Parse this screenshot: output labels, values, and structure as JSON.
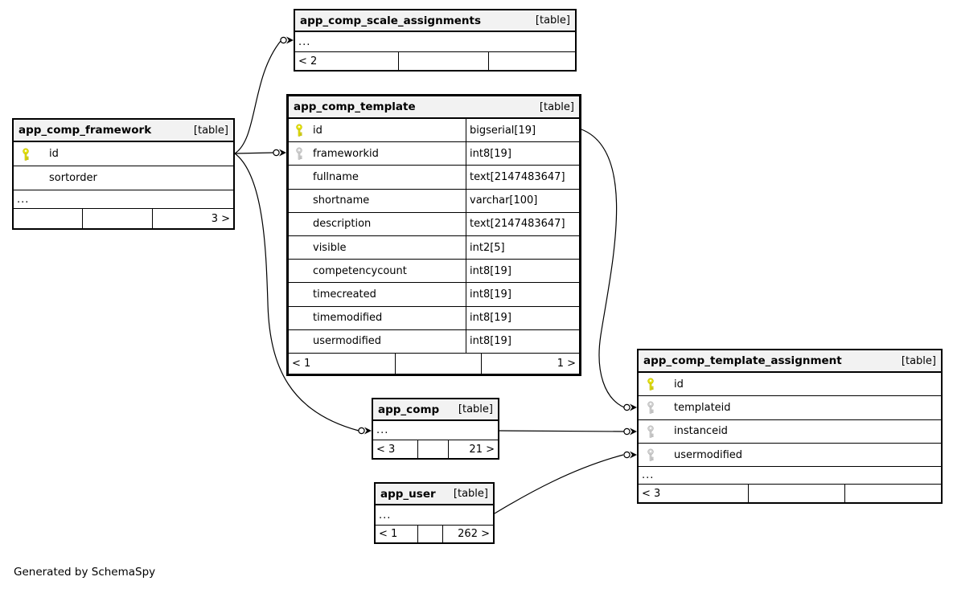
{
  "diagram": {
    "generated_note": "Generated by SchemaSpy"
  },
  "colors": {
    "header_bg": "#f2f2f2",
    "pk_key": "#e8e50e",
    "pk_key_stroke": "#b9b400",
    "fk_key": "#d2d2d2",
    "fk_key_stroke": "#b0b0b0",
    "edge": "#000000"
  },
  "tables": {
    "scale_assignments": {
      "name": "app_comp_scale_assignments",
      "tag": "[table]",
      "ellipsis": "...",
      "footer": {
        "left": "< 2",
        "mid": "",
        "right": ""
      }
    },
    "framework": {
      "name": "app_comp_framework",
      "tag": "[table]",
      "columns": [
        {
          "name": "id",
          "key": "pk"
        },
        {
          "name": "sortorder",
          "key": ""
        }
      ],
      "ellipsis": "...",
      "footer": {
        "left": "",
        "mid": "",
        "right": "3 >"
      }
    },
    "template": {
      "name": "app_comp_template",
      "tag": "[table]",
      "columns": [
        {
          "name": "id",
          "type": "bigserial[19]",
          "key": "pk"
        },
        {
          "name": "frameworkid",
          "type": "int8[19]",
          "key": "fk"
        },
        {
          "name": "fullname",
          "type": "text[2147483647]",
          "key": ""
        },
        {
          "name": "shortname",
          "type": "varchar[100]",
          "key": ""
        },
        {
          "name": "description",
          "type": "text[2147483647]",
          "key": ""
        },
        {
          "name": "visible",
          "type": "int2[5]",
          "key": ""
        },
        {
          "name": "competencycount",
          "type": "int8[19]",
          "key": ""
        },
        {
          "name": "timecreated",
          "type": "int8[19]",
          "key": ""
        },
        {
          "name": "timemodified",
          "type": "int8[19]",
          "key": ""
        },
        {
          "name": "usermodified",
          "type": "int8[19]",
          "key": ""
        }
      ],
      "footer": {
        "left": "< 1",
        "mid": "",
        "right": "1 >"
      }
    },
    "comp": {
      "name": "app_comp",
      "tag": "[table]",
      "ellipsis": "...",
      "footer": {
        "left": "< 3",
        "mid": "",
        "right": "21 >"
      }
    },
    "user": {
      "name": "app_user",
      "tag": "[table]",
      "ellipsis": "...",
      "footer": {
        "left": "< 1",
        "mid": "",
        "right": "262 >"
      }
    },
    "template_assignment": {
      "name": "app_comp_template_assignment",
      "tag": "[table]",
      "columns": [
        {
          "name": "id",
          "key": "pk"
        },
        {
          "name": "templateid",
          "key": "fk"
        },
        {
          "name": "instanceid",
          "key": "fk"
        },
        {
          "name": "usermodified",
          "key": "fk"
        }
      ],
      "ellipsis": "...",
      "footer": {
        "left": "< 3",
        "mid": "",
        "right": ""
      }
    }
  },
  "relationships": [
    {
      "from": "app_comp_framework.id",
      "to": "app_comp_scale_assignments"
    },
    {
      "from": "app_comp_framework.id",
      "to": "app_comp_template.frameworkid"
    },
    {
      "from": "app_comp_framework.id",
      "to": "app_comp"
    },
    {
      "from": "app_comp_template.id",
      "to": "app_comp_template_assignment.templateid"
    },
    {
      "from": "app_comp",
      "to": "app_comp_template_assignment.instanceid"
    },
    {
      "from": "app_user",
      "to": "app_comp_template_assignment.usermodified"
    }
  ]
}
